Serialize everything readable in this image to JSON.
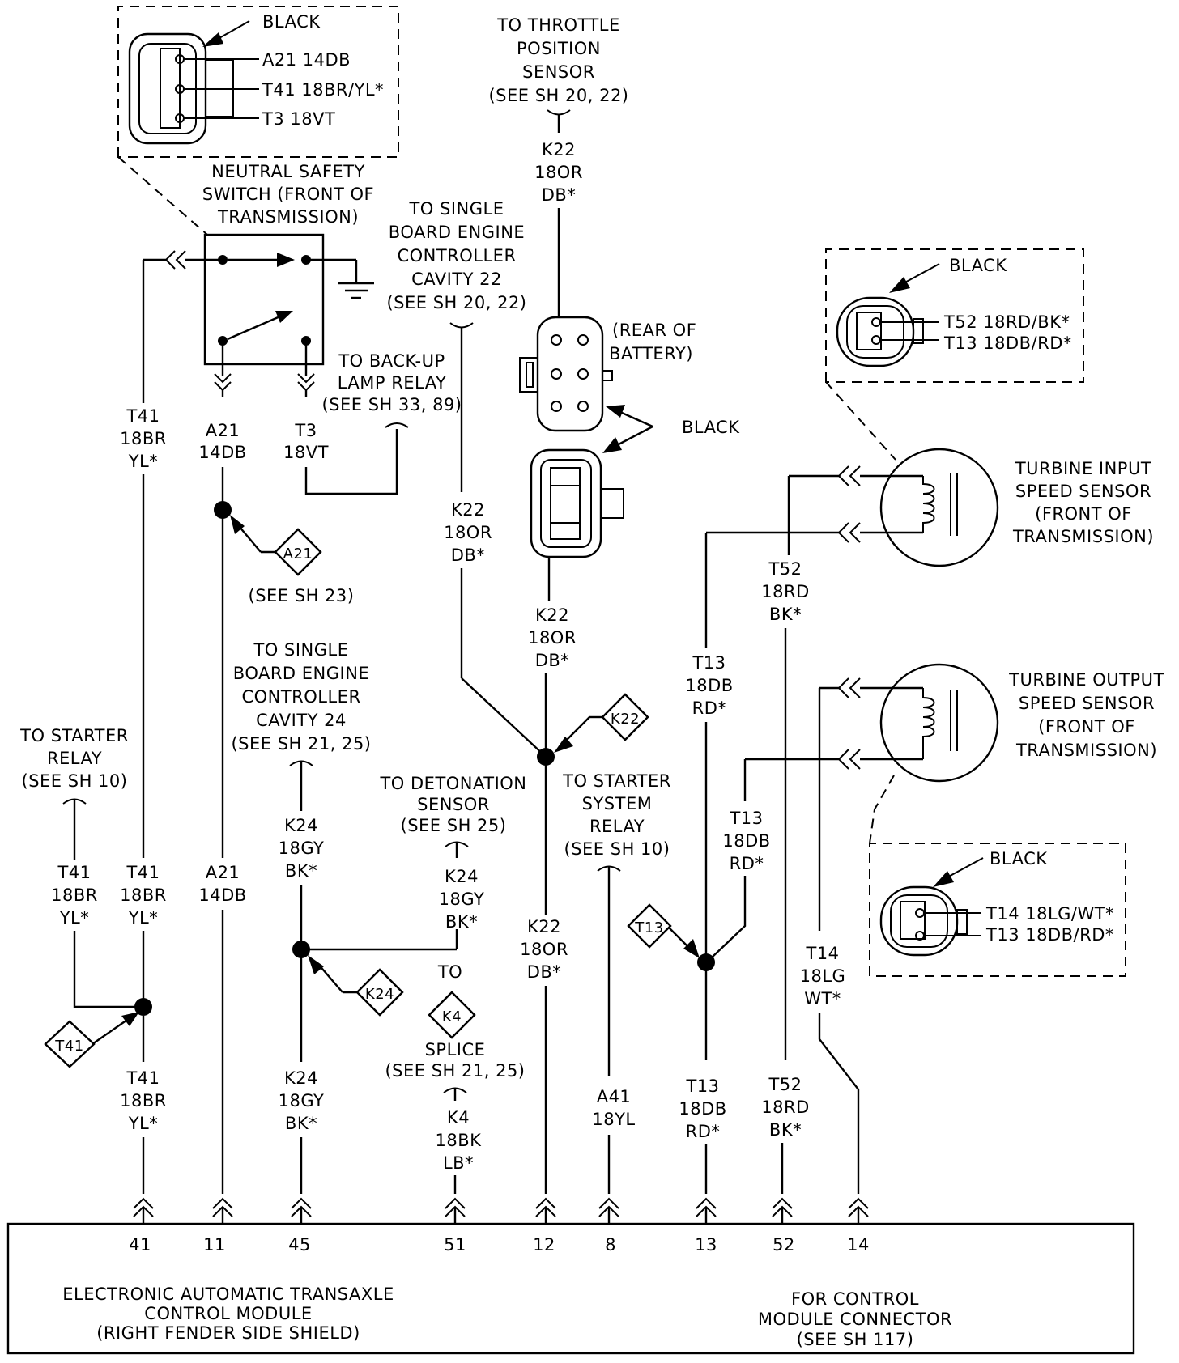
{
  "neutral_safety_switch": {
    "connector_color": "BLACK",
    "pins": [
      "A21 14DB",
      "T41 18BR/YL*",
      "T3 18VT"
    ],
    "name": [
      "NEUTRAL SAFETY",
      "SWITCH (FRONT OF",
      "TRANSMISSION)"
    ]
  },
  "throttle_position": [
    "TO THROTTLE",
    "POSITION",
    "SENSOR",
    "(SEE SH 20, 22)"
  ],
  "sbec_cavity22": [
    "TO SINGLE",
    "BOARD ENGINE",
    "CONTROLLER",
    "CAVITY 22",
    "(SEE SH 20, 22)"
  ],
  "rear_of_battery": [
    "(REAR OF",
    "BATTERY)"
  ],
  "battery_black": "BLACK",
  "backup_lamp": [
    "TO BACK-UP",
    "LAMP RELAY",
    "(SEE SH 33, 89)"
  ],
  "turbine_input": {
    "connector_color": "BLACK",
    "pins": [
      "T52 18RD/BK*",
      "T13 18DB/RD*"
    ],
    "name": [
      "TURBINE INPUT",
      "SPEED SENSOR",
      "(FRONT OF",
      "TRANSMISSION)"
    ]
  },
  "turbine_output": {
    "connector_color": "BLACK",
    "pins": [
      "T14 18LG/WT*",
      "T13 18DB/RD*"
    ],
    "name": [
      "TURBINE OUTPUT",
      "SPEED SENSOR",
      "(FRONT OF",
      "TRANSMISSION)"
    ]
  },
  "sbec_cavity24": [
    "TO SINGLE",
    "BOARD ENGINE",
    "CONTROLLER",
    "CAVITY 24",
    "(SEE SH 21, 25)"
  ],
  "starter_relay": [
    "TO STARTER",
    "RELAY",
    "(SEE SH 10)"
  ],
  "detonation_sensor": [
    "TO DETONATION",
    "SENSOR",
    "(SEE SH 25)"
  ],
  "starter_system_relay": [
    "TO STARTER",
    "SYSTEM",
    "RELAY",
    "(SEE SH 10)"
  ],
  "k4_splice": {
    "to": "TO",
    "text": [
      "SPLICE",
      "(SEE SH 21, 25)"
    ]
  },
  "see_sh23": "(SEE SH 23)",
  "splice_tags": {
    "a21": "A21",
    "k22": "K22",
    "k24": "K24",
    "t41": "T41",
    "k4": "K4",
    "t13": "T13"
  },
  "wire_labels": {
    "t41_top": [
      "T41",
      "18BR",
      "YL*"
    ],
    "a21_top": [
      "A21",
      "14DB"
    ],
    "t3_top": [
      "T3",
      "18VT"
    ],
    "k22_top": [
      "K22",
      "18OR",
      "DB*"
    ],
    "k22_mid": [
      "K22",
      "18OR",
      "DB*"
    ],
    "k22_batt": [
      "K22",
      "18OR",
      "DB*"
    ],
    "k22_low": [
      "K22",
      "18OR",
      "DB*"
    ],
    "t52_top": [
      "T52",
      "18RD",
      "BK*"
    ],
    "t13_top": [
      "T13",
      "18DB",
      "RD*"
    ],
    "t13_out": [
      "T13",
      "18DB",
      "RD*"
    ],
    "t14_out": [
      "T14",
      "18LG",
      "WT*"
    ],
    "t41_starter": [
      "T41",
      "18BR",
      "YL*"
    ],
    "t41_mid": [
      "T41",
      "18BR",
      "YL*"
    ],
    "a21_mid": [
      "A21",
      "14DB"
    ],
    "k24_top": [
      "K24",
      "18GY",
      "BK*"
    ],
    "k24_det": [
      "K24",
      "18GY",
      "BK*"
    ],
    "t41_bot": [
      "T41",
      "18BR",
      "YL*"
    ],
    "k24_bot": [
      "K24",
      "18GY",
      "BK*"
    ],
    "k4_bot": [
      "K4",
      "18BK",
      "LB*"
    ],
    "a41_bot": [
      "A41",
      "18YL"
    ],
    "t13_bot": [
      "T13",
      "18DB",
      "RD*"
    ],
    "t52_bot": [
      "T52",
      "18RD",
      "BK*"
    ]
  },
  "module_pins": [
    "41",
    "11",
    "45",
    "51",
    "12",
    "8",
    "13",
    "52",
    "14"
  ],
  "module_name": [
    "ELECTRONIC AUTOMATIC TRANSAXLE",
    "CONTROL MODULE",
    "(RIGHT FENDER SIDE SHIELD)"
  ],
  "module_connector": [
    "FOR CONTROL",
    "MODULE CONNECTOR",
    "(SEE SH 117)"
  ]
}
